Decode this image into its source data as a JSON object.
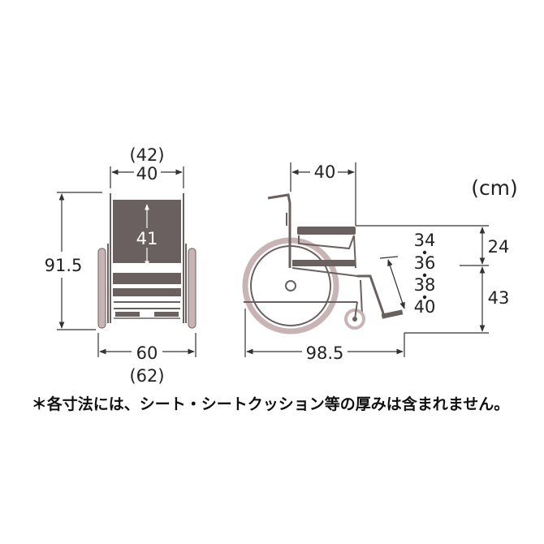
{
  "front_view": {
    "width_parenthetical": "(42)",
    "width": "40",
    "height": "91.5",
    "back_height": "41",
    "overall_width": "60",
    "overall_width_parenthetical": "(62)"
  },
  "side_view": {
    "seat_depth": "40",
    "armrest_height": "24",
    "seat_height": "43",
    "footrest_options": [
      "34",
      "36",
      "38",
      "40"
    ],
    "overall_length": "98.5"
  },
  "unit": "(cm)",
  "footnote": "＊各寸法には、シート・シートクッション等の厚みは含まれません。",
  "colors": {
    "frame": "#6a6060",
    "wheel": "#c8b4b4",
    "line": "#333333"
  }
}
